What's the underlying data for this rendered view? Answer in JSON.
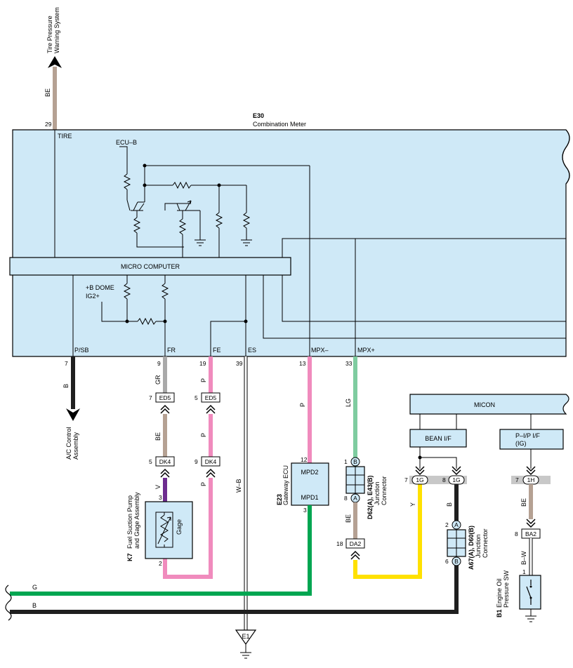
{
  "colors": {
    "panel_fill": "#cfe9f7",
    "wire_be": "#b5a193",
    "wire_b": "#1f1f1f",
    "wire_gr": "#a9a9a9",
    "wire_p": "#f08bbd",
    "wire_v": "#6d2c8f",
    "wire_lg": "#7fcca0",
    "wire_y": "#ffe100",
    "wire_g": "#00a651",
    "splice_gray": "#c8c8c8"
  },
  "tire_pressure": {
    "label_line1": "Tire Pressure",
    "label_line2": "Warning System"
  },
  "combination_meter": {
    "code": "E30",
    "name": "Combination Meter",
    "labels": {
      "tire": "TIRE",
      "ecu_b": "ECU–B",
      "micro_computer": "MICRO COMPUTER",
      "b_dome": "+B DOME",
      "ig2": "IG2+",
      "psb": "P/SB",
      "fr": "FR",
      "fe": "FE",
      "es": "ES",
      "mpx_minus": "MPX–",
      "mpx_plus": "MPX+"
    },
    "pins": {
      "tire": "29",
      "psb": "7",
      "fr": "9",
      "fe": "19",
      "es": "39",
      "mpx_minus": "13",
      "mpx_plus": "33"
    }
  },
  "wires": {
    "be_tire": "BE",
    "b_psb": "B",
    "gr_fr": "GR",
    "be_fr": "BE",
    "v_fr": "V",
    "p_fe1": "P",
    "p_fe2": "P",
    "p_fe3": "P",
    "wb_es": "W–B",
    "p_mpx": "P",
    "lg_mpx": "LG",
    "be_mpx": "BE",
    "y_bean": "Y",
    "b_bean": "B",
    "be_oil": "BE",
    "bw_oil": "B–W",
    "g_bus": "G",
    "b_bus": "B"
  },
  "ac_control": {
    "line1": "A/C Control",
    "line2": "Assembly"
  },
  "connectors": {
    "ed5_left": {
      "label": "ED5",
      "pin": "7"
    },
    "ed5_right": {
      "label": "ED5",
      "pin": "5"
    },
    "dk4_left": {
      "label": "DK4",
      "pin": "5"
    },
    "dk4_right": {
      "label": "DK4",
      "pin": "9"
    },
    "da2": {
      "label": "DA2",
      "pin": "18"
    },
    "ba2": {
      "label": "BA2",
      "pin": "8"
    },
    "ig_1g_left": {
      "label": "1G",
      "pin": "7"
    },
    "ig_1g_right": {
      "label": "1G",
      "pin": "8"
    },
    "ih_1h": {
      "label": "1H",
      "pin": "7"
    }
  },
  "fuel_pump": {
    "code": "K7",
    "line1": "Fuel Suction Pump",
    "line2": "and Gage Assembly",
    "gage": "Gage",
    "pin_top": "3",
    "pin_bottom": "2"
  },
  "gateway_ecu": {
    "code": "E23",
    "name": "Gateway ECU",
    "mpd2": "MPD2",
    "mpd1": "MPD1",
    "pin_top": "12",
    "pin_bottom": "3"
  },
  "junction_d62": {
    "code": "D62(A), E43(B)",
    "line1": "Junction",
    "line2": "Connector",
    "pin_b": "B",
    "pin_a": "A",
    "pin_top_num": "1",
    "pin_bottom_num": "8"
  },
  "junction_a67": {
    "code": "A67(A), D60(B)",
    "line1": "Junction",
    "line2": "Connector",
    "pin_a": "A",
    "pin_b": "B",
    "pin_top_num": "2",
    "pin_bottom_num": "6"
  },
  "micon": {
    "label": "MICON",
    "bean": "BEAN I/F",
    "pip_line1": "P–I/P I/F",
    "pip_line2": "(IG)"
  },
  "oil_switch": {
    "code": "B1",
    "line1": "Engine Oil",
    "line2": "Pressure SW",
    "pin": "1"
  },
  "ground_e1": "E1"
}
